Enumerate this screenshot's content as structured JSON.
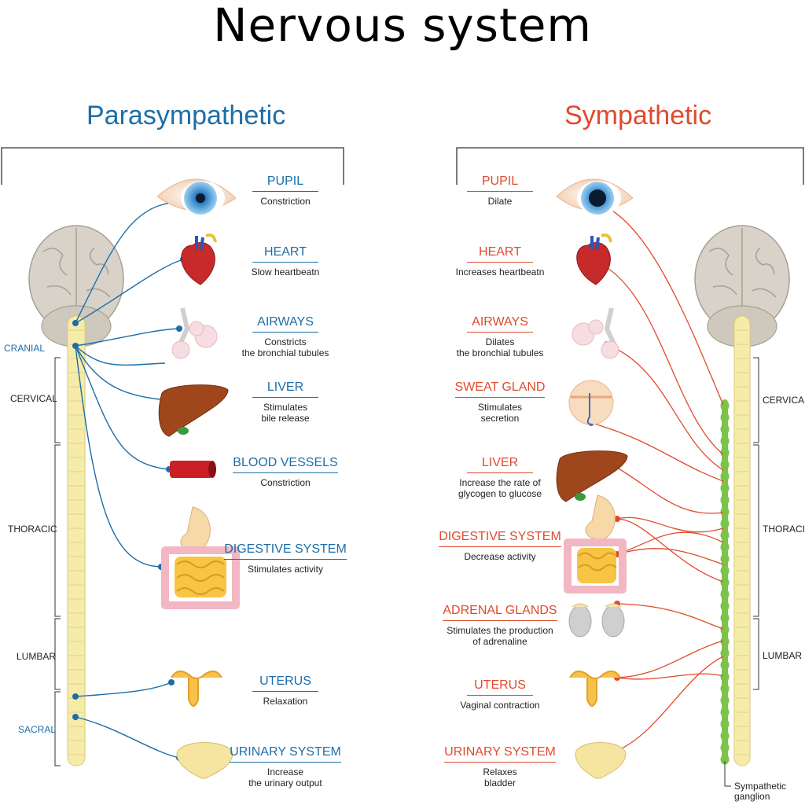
{
  "title": "Nervous system",
  "parasympathetic": {
    "heading": "Parasympathetic",
    "regions": [
      "CRANIAL",
      "CERVICAL",
      "THORACIC",
      "LUMBAR",
      "SACRAL"
    ],
    "organs": [
      {
        "name": "PUPIL",
        "desc": "Constriction"
      },
      {
        "name": "HEART",
        "desc": "Slow heartbeatn"
      },
      {
        "name": "AIRWAYS",
        "desc": "Constricts\nthe bronchial tubules"
      },
      {
        "name": "LIVER",
        "desc": "Stimulates\nbile release"
      },
      {
        "name": "BLOOD VESSELS",
        "desc": "Constriction"
      },
      {
        "name": "DIGESTIVE SYSTEM",
        "desc": "Stimulates activity"
      },
      {
        "name": "UTERUS",
        "desc": "Relaxation"
      },
      {
        "name": "URINARY SYSTEM",
        "desc": "Increase\nthe urinary output"
      }
    ]
  },
  "sympathetic": {
    "heading": "Sympathetic",
    "regions": [
      "CERVICAL",
      "THORACIC",
      "LUMBAR"
    ],
    "organs": [
      {
        "name": "PUPIL",
        "desc": "Dilate"
      },
      {
        "name": "HEART",
        "desc": "Increases heartbeatn"
      },
      {
        "name": "AIRWAYS",
        "desc": "Dilates\nthe bronchial tubules"
      },
      {
        "name": "SWEAT GLAND",
        "desc": "Stimulates\nsecretion"
      },
      {
        "name": "LIVER",
        "desc": "Increase the rate of\nglycogen to glucose"
      },
      {
        "name": "DIGESTIVE SYSTEM",
        "desc": "Decrease activity"
      },
      {
        "name": "ADRENAL GLANDS",
        "desc": "Stimulates the production\nof adrenaline"
      },
      {
        "name": "UTERUS",
        "desc": "Vaginal contraction"
      },
      {
        "name": "URINARY SYSTEM",
        "desc": "Relaxes\nbladder"
      }
    ],
    "ganglion_label": "Sympathetic\nganglion"
  },
  "colors": {
    "parasympathetic": "#1c6ea8",
    "sympathetic": "#e04a2c",
    "spine": "#f6ecaa",
    "ganglion": "#7cc34a"
  }
}
